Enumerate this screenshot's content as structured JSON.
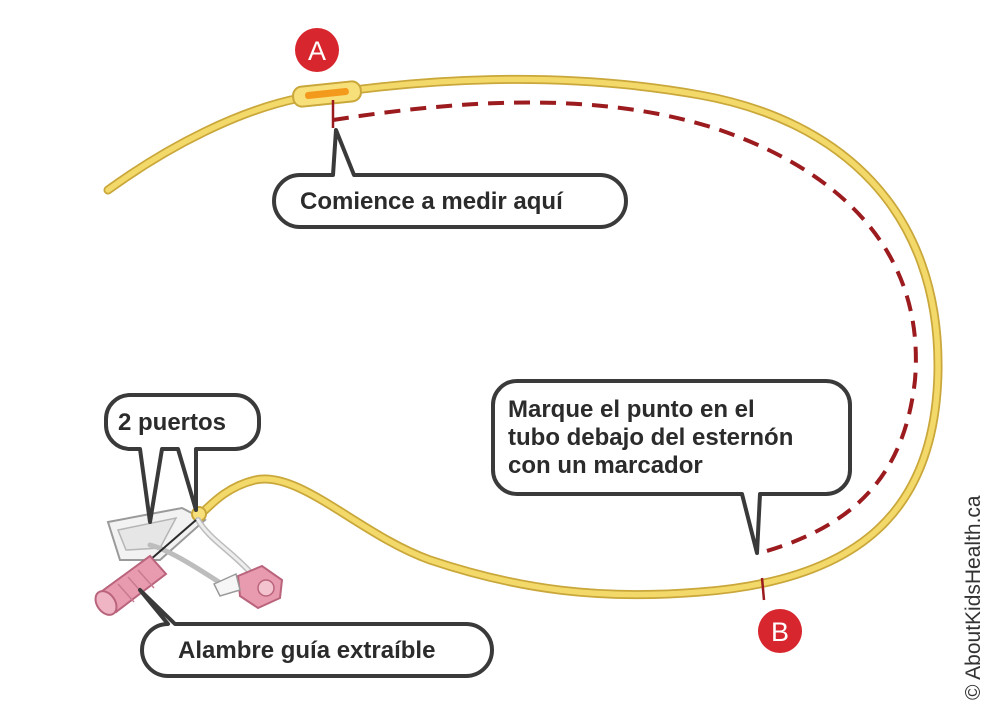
{
  "markers": {
    "a": "A",
    "b": "B"
  },
  "callouts": {
    "start": "Comience a medir aquí",
    "ports": "2 puertos",
    "mark_line1": "Marque el punto en el",
    "mark_line2": "tubo debajo del esternón",
    "mark_line3": "con un marcador",
    "wire": "Alambre guía extraíble"
  },
  "credit": "© AboutKidsHealth.ca",
  "colors": {
    "tube": "#f3d86a",
    "tube_outline": "#c9a73a",
    "dashed_path": "#9b1b1e",
    "marker_fill": "#d7262d",
    "hub_pink": "#e89aae",
    "callout_border": "#3a3a3a"
  }
}
